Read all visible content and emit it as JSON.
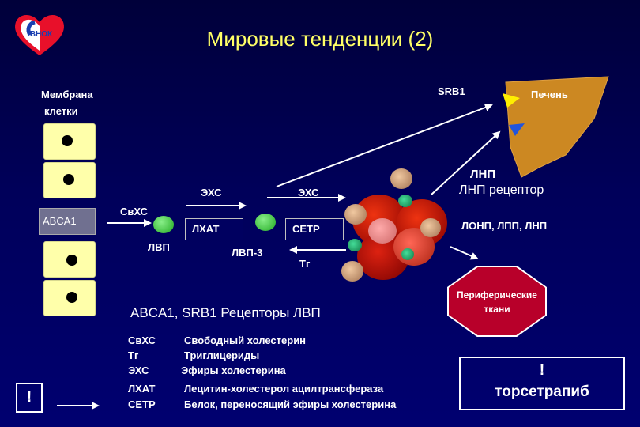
{
  "title": "Мировые тенденции (2)",
  "logo": {
    "text": "ВНОК",
    "icon": "heart-logo-icon"
  },
  "membrane_label": [
    "Мембрана",
    "клетки"
  ],
  "abca1": "ABCA1",
  "labels": {
    "free_chol": "СвХС",
    "hdl_left": "ЛВП",
    "hdl3": "ЛВП-3",
    "ehs1": "ЭХС",
    "ehs2": "ЭХС",
    "tg": "Тг",
    "srb1": "SRB1",
    "liver": "Печень",
    "ldl": "ЛНП",
    "ldl_receptor": "ЛНП рецептор",
    "lipoproteins": "ЛОНП, ЛПП, ЛНП"
  },
  "enzymes": {
    "lcat": "ЛХАТ",
    "cetp": "CETP"
  },
  "peripheral": [
    "Периферические",
    "ткани"
  ],
  "receptors_caption": "ABCA1, SRB1  Рецепторы ЛВП",
  "legend": [
    {
      "abbr": "СвХС",
      "desc": "Свободный холестерин"
    },
    {
      "abbr": "Тг",
      "desc": "Триглицериды"
    },
    {
      "abbr": "ЭХС",
      "desc": "Эфиры холестерина"
    },
    {
      "abbr": "ЛХАТ",
      "desc": "Лецитин-холестерол ацилтрансфераза"
    },
    {
      "abbr": "CETP",
      "desc": "Белок, переносящий эфиры холестерина"
    }
  ],
  "warning_mark": "!",
  "drug": {
    "mark": "!",
    "name": "торсетрапиб"
  },
  "colors": {
    "background": "#00005a",
    "title": "#ffff66",
    "cell": "#ffffaa",
    "liver": "#cc8822",
    "hdl": "#33bb33",
    "peripheral": "#b8002a"
  }
}
